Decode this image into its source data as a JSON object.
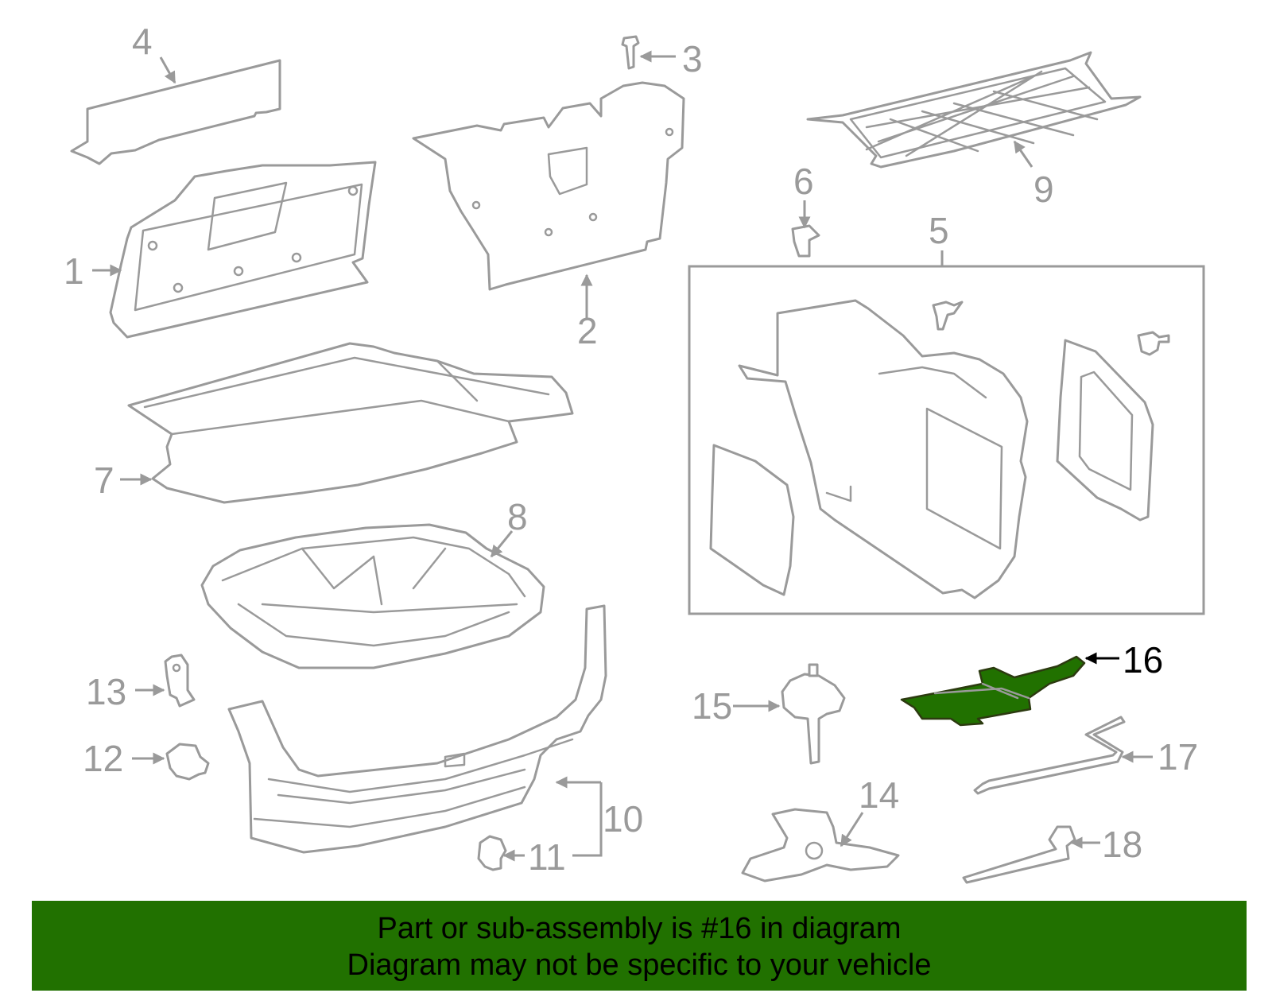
{
  "diagram": {
    "highlight_color": "#217100",
    "line_color": "#9a9a9a",
    "highlighted_part": "16",
    "callouts": [
      {
        "id": "c1",
        "label": "1"
      },
      {
        "id": "c2",
        "label": "2"
      },
      {
        "id": "c3",
        "label": "3"
      },
      {
        "id": "c4",
        "label": "4"
      },
      {
        "id": "c5",
        "label": "5"
      },
      {
        "id": "c6",
        "label": "6"
      },
      {
        "id": "c7",
        "label": "7"
      },
      {
        "id": "c8",
        "label": "8"
      },
      {
        "id": "c9",
        "label": "9"
      },
      {
        "id": "c10",
        "label": "10"
      },
      {
        "id": "c11",
        "label": "11"
      },
      {
        "id": "c12",
        "label": "12"
      },
      {
        "id": "c13",
        "label": "13"
      },
      {
        "id": "c14",
        "label": "14"
      },
      {
        "id": "c15",
        "label": "15"
      },
      {
        "id": "c16",
        "label": "16"
      },
      {
        "id": "c17",
        "label": "17"
      },
      {
        "id": "c18",
        "label": "18"
      }
    ]
  },
  "banner": {
    "line1": "Part or sub-assembly is #16 in diagram",
    "line2": "Diagram may not be specific to your vehicle"
  }
}
